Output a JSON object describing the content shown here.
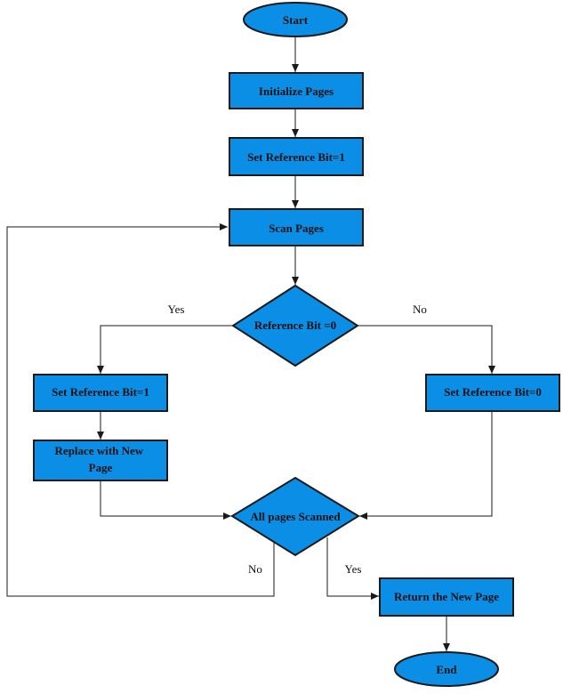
{
  "colors": {
    "node_fill": "#0a8ee6",
    "node_stroke": "#1a1a1a",
    "edge": "#1a1a1a"
  },
  "nodes": {
    "start": "Start",
    "init": "Initialize Pages",
    "set1": "Set Reference Bit=1",
    "scan": "Scan Pages",
    "decision_ref": "Reference Bit =0",
    "set1b": "Set Reference Bit=1",
    "replace": [
      "Replace with New",
      "Page"
    ],
    "set0": "Set Reference Bit=0",
    "all_scanned": "All pages Scanned",
    "return_page": "Return the New Page",
    "end": "End"
  },
  "edge_labels": {
    "ref_yes": "Yes",
    "ref_no": "No",
    "scan_no": "No",
    "scan_yes": "Yes"
  }
}
